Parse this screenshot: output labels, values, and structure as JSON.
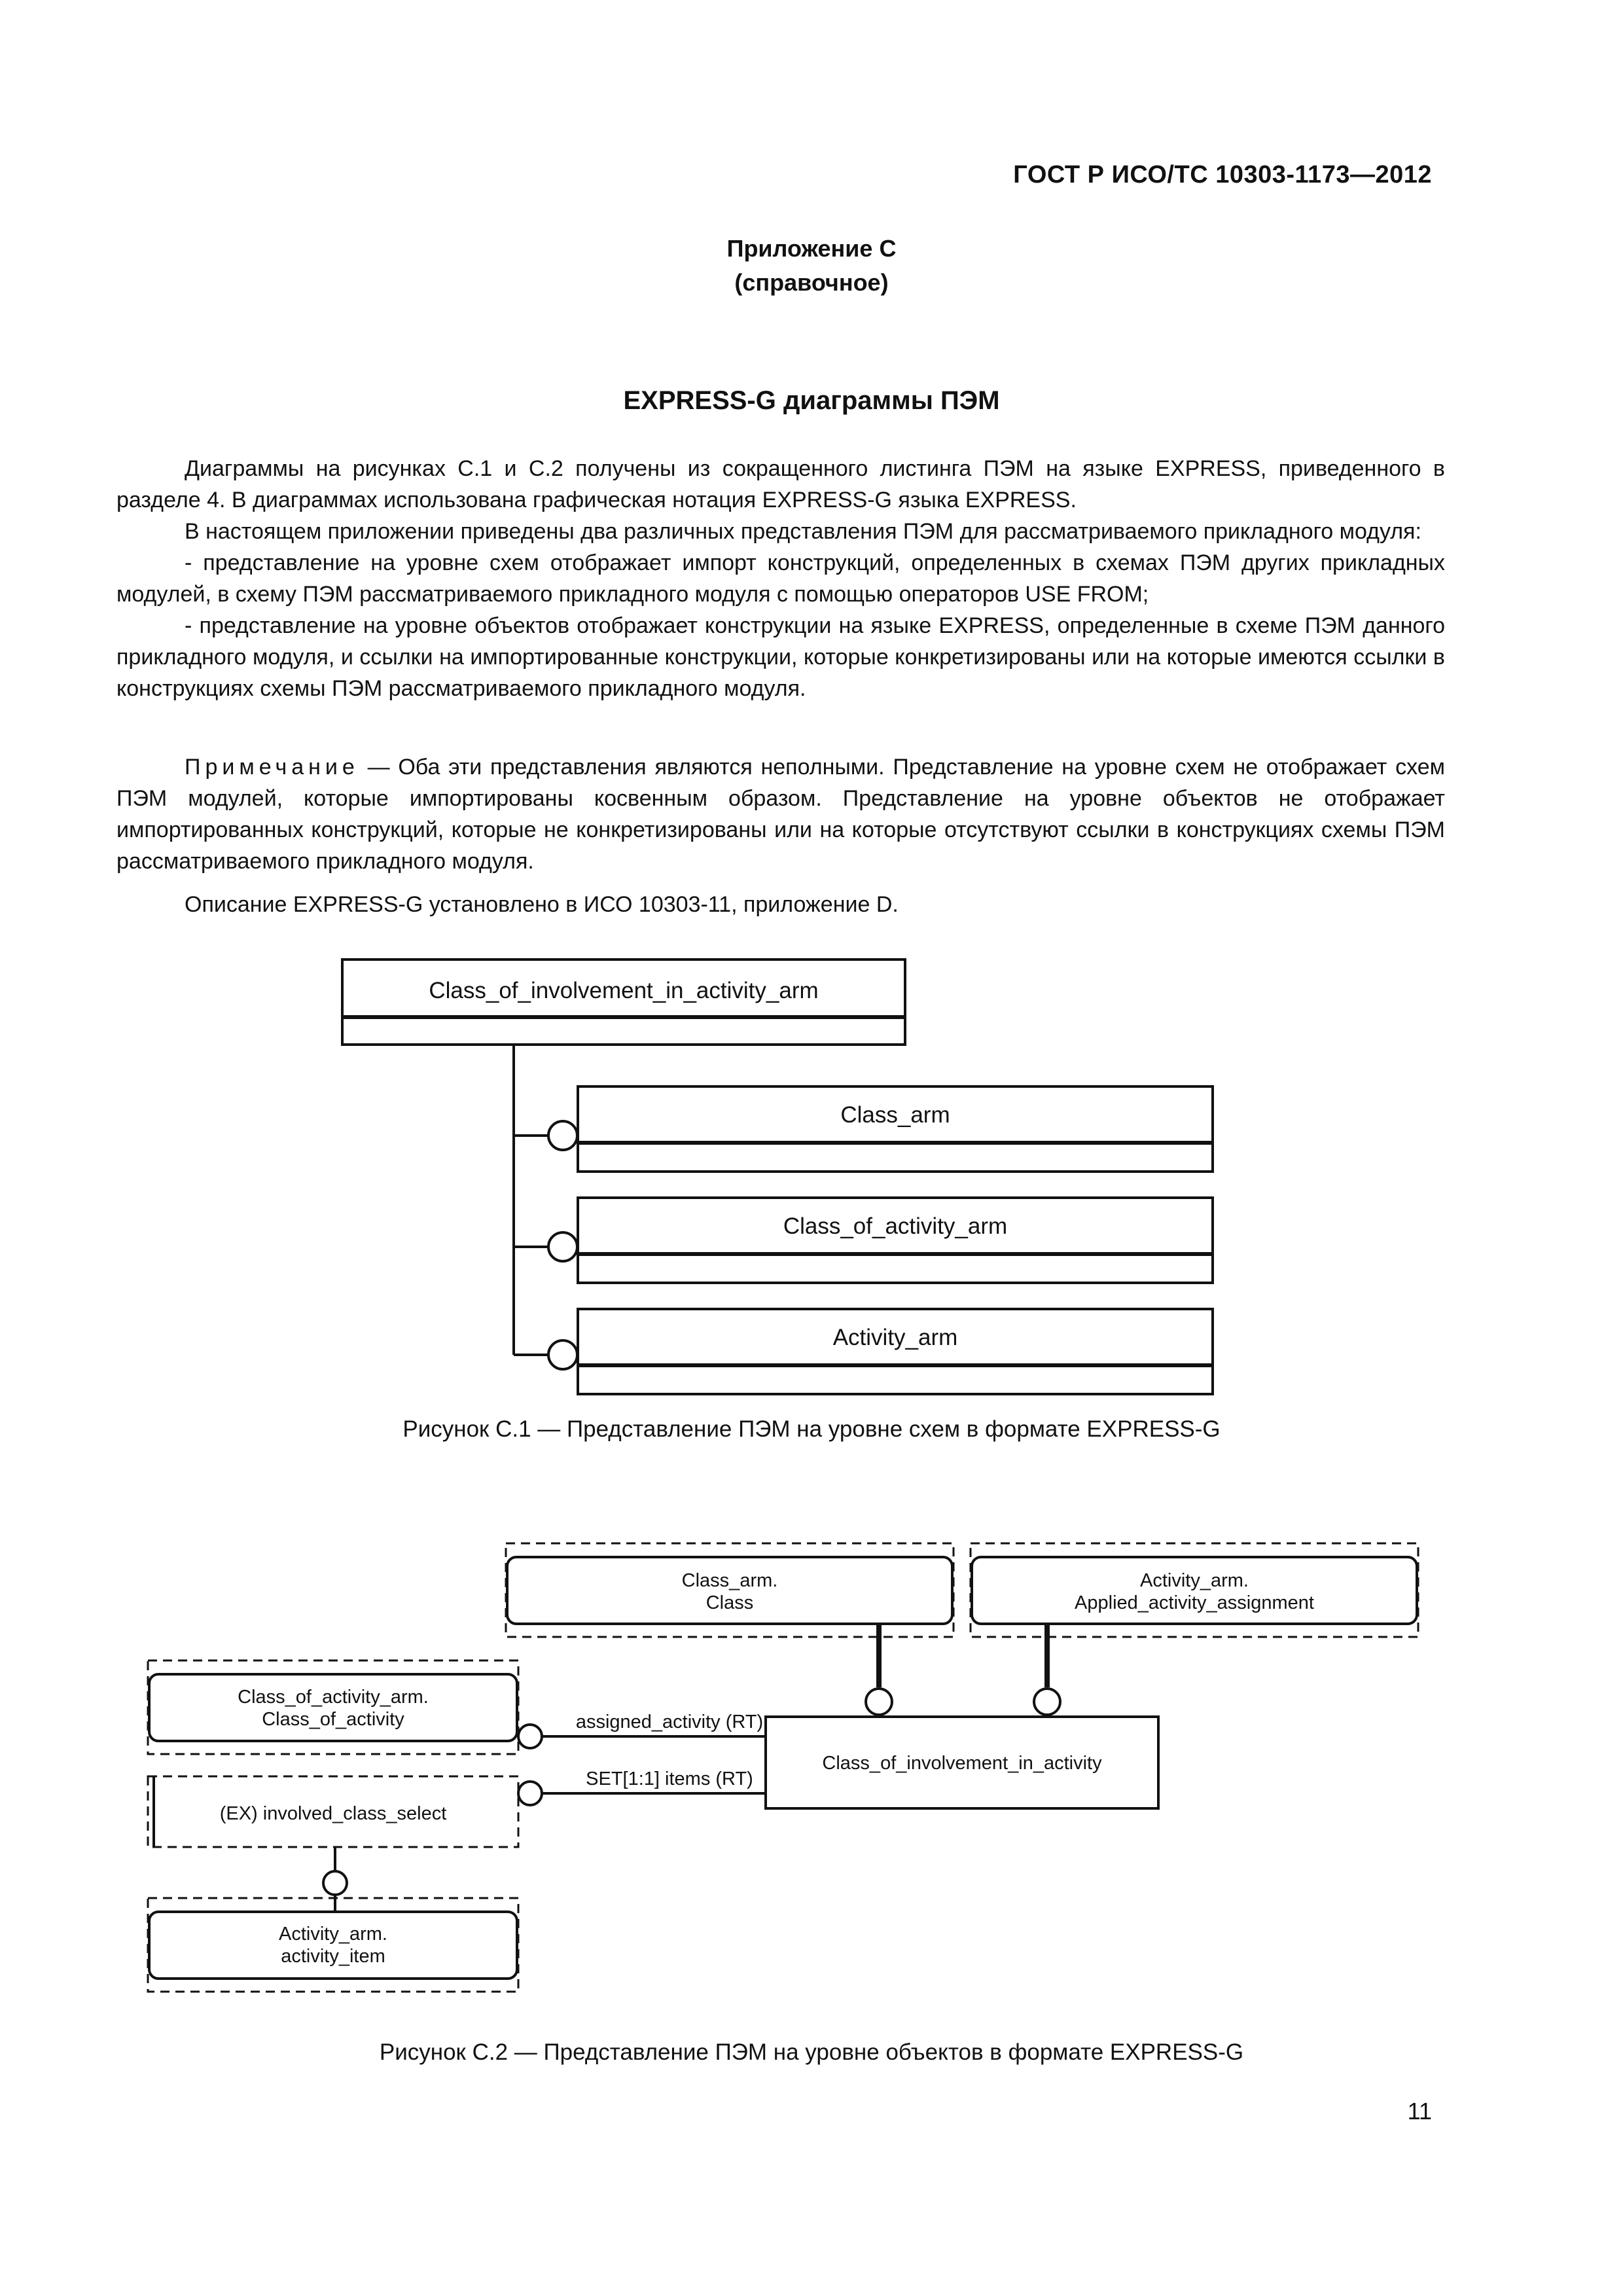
{
  "header": {
    "standard": "ГОСТ Р ИСО/ТС 10303-1173—2012"
  },
  "appendix": {
    "title": "Приложение С",
    "kind": "(справочное)"
  },
  "section_title": "EXPRESS-G диаграммы ПЭМ",
  "paragraphs": {
    "p1": "Диаграммы на рисунках С.1 и С.2 получены из сокращенного листинга ПЭМ на языке EXPRESS, приведенного в разделе 4. В диаграммах использована графическая нотация EXPRESS-G языка EXPRESS.",
    "p2": "В настоящем приложении приведены два различных представления ПЭМ для рассматриваемого прикладного модуля:",
    "p3": "- представление на уровне схем отображает импорт конструкций, определенных в схемах ПЭМ других прикладных модулей, в схему ПЭМ рассматриваемого прикладного модуля с помощью операторов USE FROM;",
    "p4": "- представление на уровне объектов отображает конструкции на языке EXPRESS, определенные в схеме ПЭМ данного прикладного модуля, и ссылки на импортированные конструкции, которые конкретизированы или на которые имеются ссылки в конструкциях схемы ПЭМ рассматриваемого прикладного модуля.",
    "note_label": "Примечание",
    "note_text": "— Оба эти представления являются неполными. Представление на уровне схем не отображает схем ПЭМ модулей, которые импортированы косвенным образом. Представление на уровне объектов не отображает импортированных конструкций, которые не конкретизированы или на которые отсутствуют ссылки в конструкциях схемы ПЭМ рассматриваемого прикладного модуля.",
    "p5": "Описание EXPRESS-G установлено в ИСО 10303-11, приложение D."
  },
  "figure1": {
    "schema": "Class_of_involvement_in_activity_arm",
    "imports": [
      "Class_arm",
      "Class_of_activity_arm",
      "Activity_arm"
    ],
    "caption": "Рисунок С.1 — Представление ПЭМ на уровне схем в формате EXPRESS-G"
  },
  "figure2": {
    "class_arm_line1": "Class_arm.",
    "class_arm_line2": "Class",
    "activity_arm_line1": "Activity_arm.",
    "activity_arm_line2": "Applied_activity_assignment",
    "coa_line1": "Class_of_activity_arm.",
    "coa_line2": "Class_of_activity",
    "select": "(EX) involved_class_select",
    "item_line1": "Activity_arm.",
    "item_line2": "activity_item",
    "main_entity": "Class_of_involvement_in_activity",
    "attr1": "assigned_activity (RT)",
    "attr2": "SET[1:1] items (RT)",
    "caption": "Рисунок С.2 — Представление ПЭМ на уровне объектов в формате EXPRESS-G"
  },
  "page_number": "11"
}
